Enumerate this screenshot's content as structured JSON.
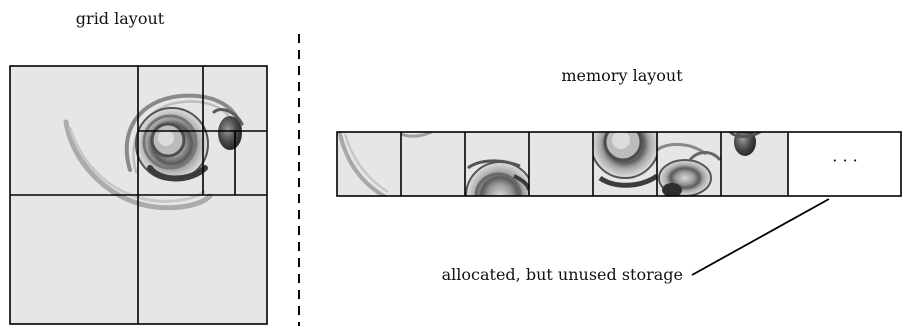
{
  "labels": {
    "grid_title": "grid layout",
    "memory_title": "memory layout",
    "ellipsis": "· · ·",
    "annotation": "allocated, but unused storage"
  },
  "colors": {
    "cell_fill": "#e6e6e6",
    "line": "#000000",
    "swirl_dark": "#3c3c3c",
    "swirl_mid": "#8a8a8a"
  }
}
